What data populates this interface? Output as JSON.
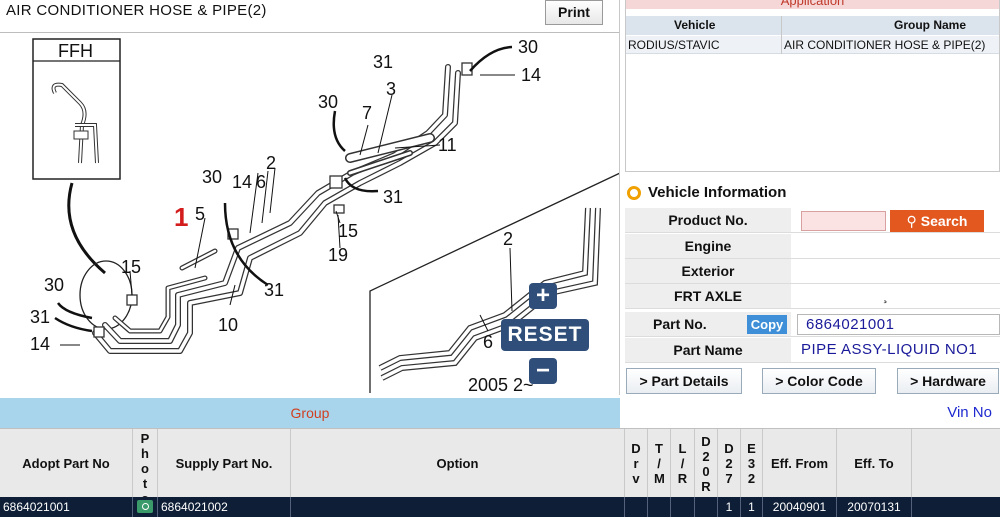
{
  "diagram": {
    "title": "AIR CONDITIONER HOSE & PIPE(2)",
    "print_label": "Print",
    "inset_label": "FFH",
    "callouts": {
      "c30a": "30",
      "c31a": "31",
      "c3": "3",
      "c14a": "14",
      "c30b": "30",
      "c7": "7",
      "c11": "11",
      "c31b": "31",
      "c30c": "30",
      "c14b": "14",
      "c6": "6",
      "c2a": "2",
      "c1": "1",
      "c5": "5",
      "c15a": "15",
      "c19": "19",
      "c31c": "31",
      "c15b": "15",
      "c10": "10",
      "c30d": "30",
      "c31d": "31",
      "c14c": "14",
      "c2b": "2",
      "c6b": "6",
      "c2005": "2005 2~"
    },
    "zoom_in": "+",
    "reset": "RESET",
    "zoom_out": "−"
  },
  "application": {
    "header": "Application",
    "col_vehicle": "Vehicle",
    "col_group": "Group Name",
    "row_vehicle": "RODIUS/STAVIC",
    "row_group": "AIR CONDITIONER HOSE & PIPE(2)"
  },
  "vehicle_info": {
    "title": "Vehicle Information",
    "product_no_label": "Product No.",
    "search_label": "Search",
    "engine_label": "Engine",
    "exterior_label": "Exterior",
    "frt_axle_label": "FRT AXLE",
    "frt_axle_value": "¸",
    "part_no_label": "Part No.",
    "copy_label": "Copy",
    "part_no_value": "6864021001",
    "part_name_label": "Part Name",
    "part_name_value": "PIPE ASSY-LIQUID NO1"
  },
  "actions": {
    "part_details": "> Part Details",
    "color_code": "> Color Code",
    "hardware": "> Hardware"
  },
  "grid": {
    "group_label": "Group",
    "vin_label": "Vin No",
    "headers": {
      "adopt": "Adopt Part No",
      "photo": "P h o t o",
      "supply": "Supply Part No.",
      "option": "Option",
      "drv": "D r v",
      "tm": "T / M",
      "lr": "L / R",
      "d20r": "D 2 0 R",
      "d27": "D 2 7",
      "e32": "E 3 2",
      "eff_from": "Eff. From",
      "eff_to": "Eff. To"
    },
    "row": {
      "adopt": "6864021001",
      "supply": "6864021002",
      "option": "",
      "d27": "1",
      "e32": "1",
      "eff_from": "20040901",
      "eff_to": "20070131"
    }
  }
}
